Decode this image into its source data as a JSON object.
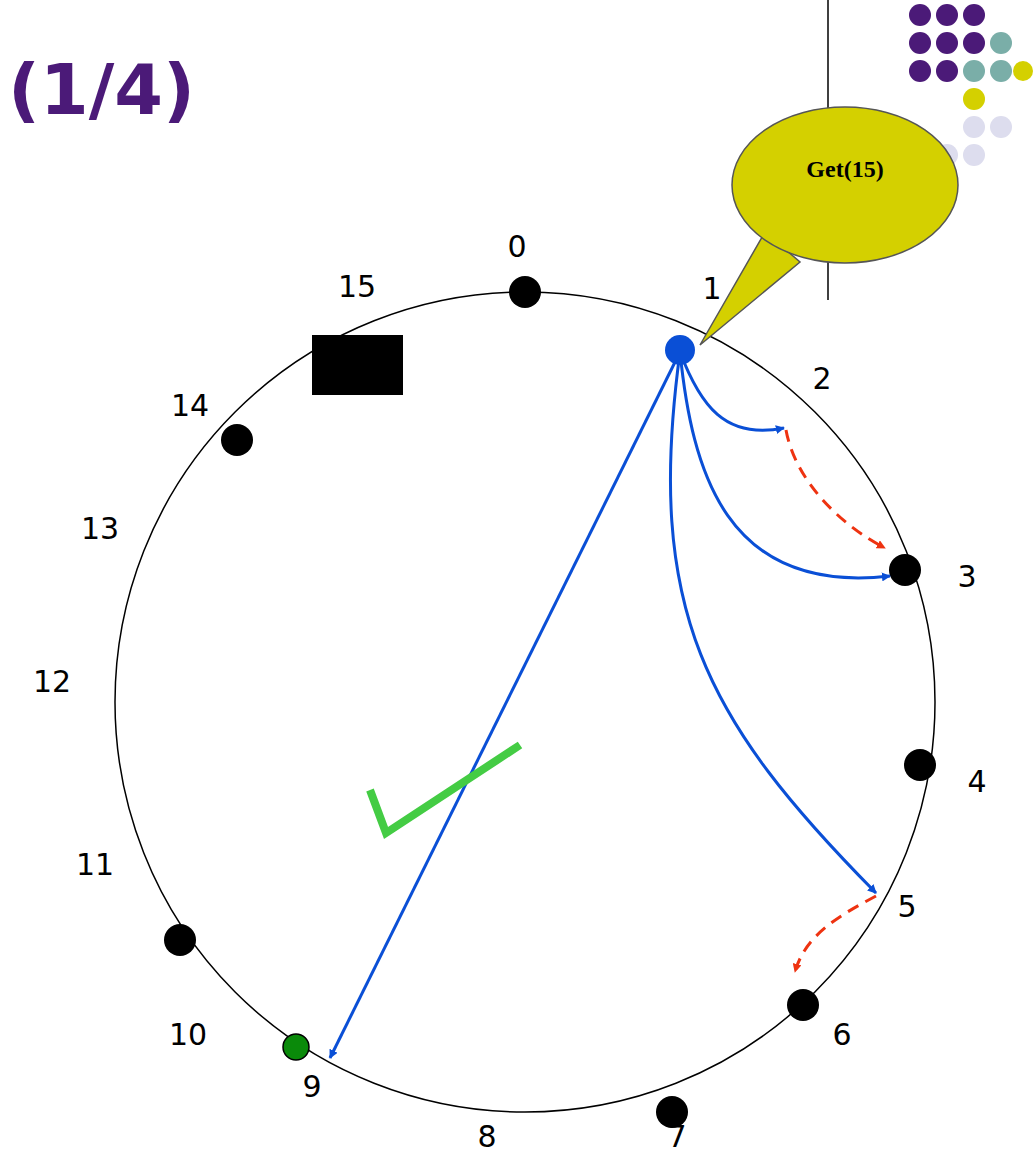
{
  "diagram": {
    "title": "(1/4)",
    "nodes": [
      {
        "text": [
          "Get(15)"
        ]
      }
    ],
    "labels": [
      "15",
      "0",
      "1",
      "2",
      "14",
      "13",
      "3",
      "12",
      "4",
      "11",
      "5",
      "10",
      "6",
      "9",
      "8",
      "7"
    ]
  }
}
